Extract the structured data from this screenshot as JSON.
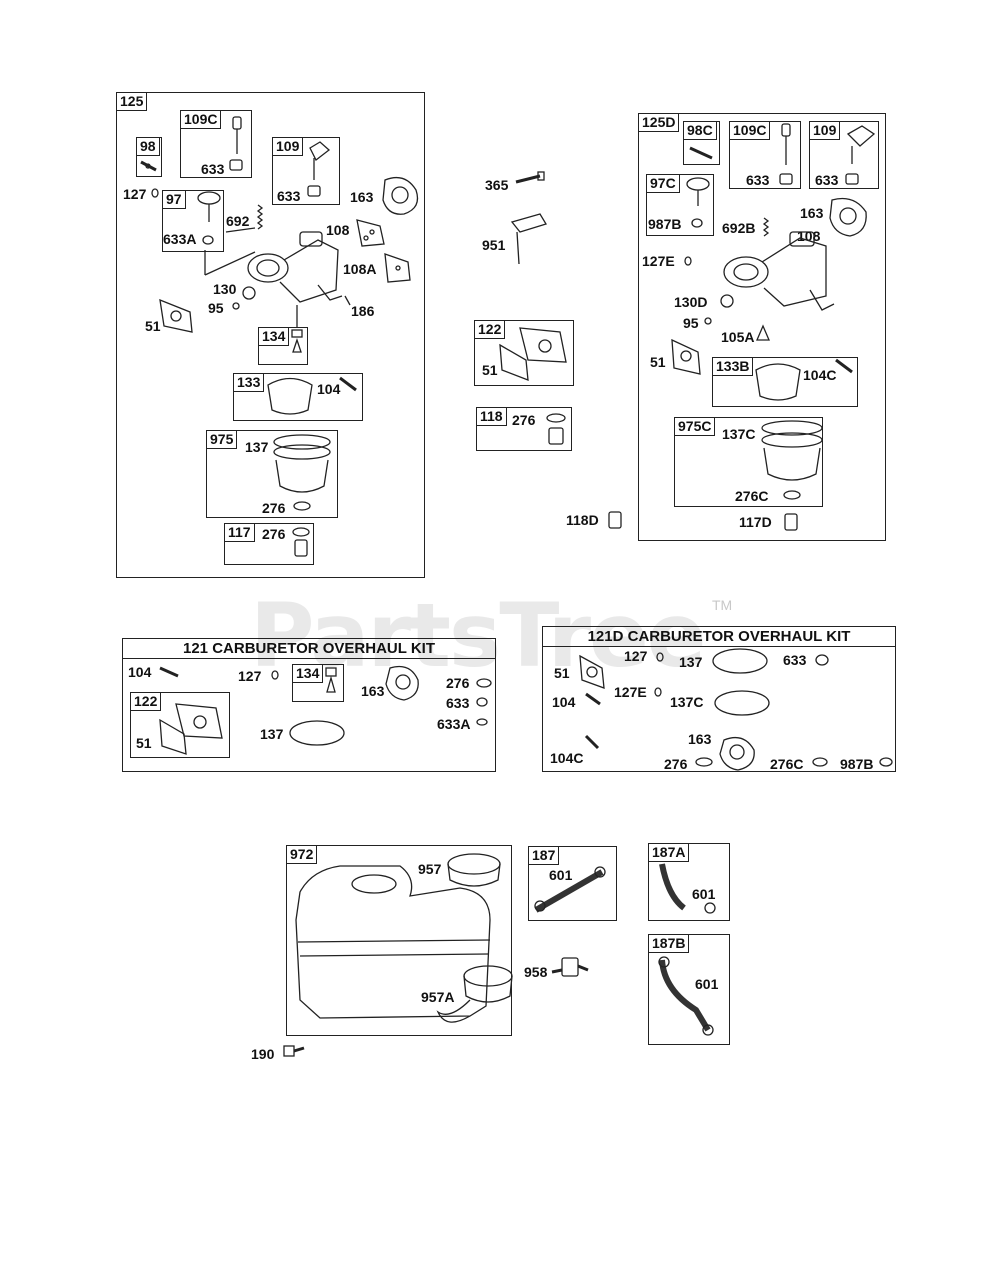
{
  "watermark": {
    "brand": "PartsTree",
    "tm": "TM"
  },
  "group125": {
    "tag": "125",
    "sub_98": "98",
    "sub_109c": "109C",
    "sub_109": "109",
    "sub_97": "97",
    "sub_134": "134",
    "sub_133": "133",
    "sub_975": "975",
    "sub_117": "117",
    "labels": {
      "l633_a": "633",
      "l633_b": "633",
      "l127": "127",
      "l633a": "633A",
      "l692": "692",
      "l163": "163",
      "l108": "108",
      "l108a": "108A",
      "l130": "130",
      "l95": "95",
      "l51": "51",
      "l186": "186",
      "l104": "104",
      "l137": "137",
      "l276_a": "276",
      "l276_b": "276"
    }
  },
  "middle": {
    "l365": "365",
    "l951": "951",
    "sub_122": "122",
    "l51": "51",
    "sub_118": "118",
    "l276": "276",
    "l118d": "118D"
  },
  "group125d": {
    "tag": "125D",
    "sub_98c": "98C",
    "sub_109c": "109C",
    "sub_109": "109",
    "sub_97c": "97C",
    "sub_133b": "133B",
    "sub_975c": "975C",
    "labels": {
      "l633_a": "633",
      "l633_b": "633",
      "l987b": "987B",
      "l692b": "692B",
      "l163": "163",
      "l108": "108",
      "l127e": "127E",
      "l130d": "130D",
      "l95": "95",
      "l105a": "105A",
      "l51": "51",
      "l104c": "104C",
      "l137c": "137C",
      "l276c": "276C",
      "l117d": "117D"
    }
  },
  "kit121": {
    "title": "121 CARBURETOR OVERHAUL KIT",
    "sub_134": "134",
    "sub_122": "122",
    "labels": {
      "l104": "104",
      "l127": "127",
      "l163": "163",
      "l276": "276",
      "l633": "633",
      "l633a": "633A",
      "l51": "51",
      "l137": "137"
    }
  },
  "kit121d": {
    "title": "121D CARBURETOR OVERHAUL KIT",
    "labels": {
      "l51": "51",
      "l127": "127",
      "l137": "137",
      "l633": "633",
      "l104": "104",
      "l127e": "127E",
      "l137c": "137C",
      "l163": "163",
      "l104c": "104C",
      "l276": "276",
      "l276c": "276C",
      "l987b": "987B"
    }
  },
  "tank": {
    "tag": "972",
    "l957": "957",
    "l957a": "957A",
    "l190": "190",
    "l958": "958",
    "sub_187": "187",
    "l601_a": "601",
    "sub_187a": "187A",
    "l601_b": "601",
    "sub_187b": "187B",
    "l601_c": "601"
  }
}
